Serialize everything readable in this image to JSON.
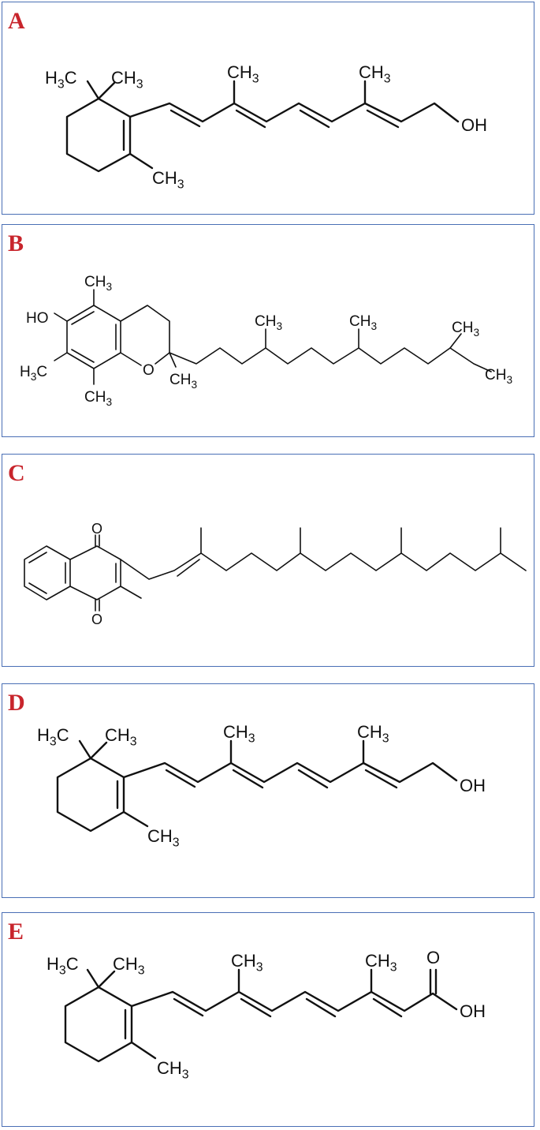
{
  "panels": [
    {
      "label": "A",
      "atoms": {
        "h3c": "H3C",
        "ch3_gem": "CH3",
        "ch3_ring": "CH3",
        "ch3_1": "CH3",
        "ch3_2": "CH3",
        "oh": "OH"
      }
    },
    {
      "label": "B",
      "atoms": {
        "ho": "HO",
        "ch3_top": "CH3",
        "h3c": "H3C",
        "ch3_bottom": "CH3",
        "o": "O",
        "ch3_c2": "CH3",
        "ch3_1": "CH3",
        "ch3_2": "CH3",
        "ch3_3": "CH3",
        "ch3_4": "CH3"
      }
    },
    {
      "label": "C",
      "atoms": {
        "o_top": "O",
        "o_bottom": "O"
      }
    },
    {
      "label": "D",
      "atoms": {
        "h3c": "H3C",
        "ch3_gem": "CH3",
        "ch3_ring": "CH3",
        "ch3_1": "CH3",
        "ch3_2": "CH3",
        "oh": "OH"
      }
    },
    {
      "label": "E",
      "atoms": {
        "h3c": "H3C",
        "ch3_gem": "CH3",
        "ch3_ring": "CH3",
        "ch3_1": "CH3",
        "ch3_2": "CH3",
        "o": "O",
        "oh": "OH"
      }
    }
  ]
}
